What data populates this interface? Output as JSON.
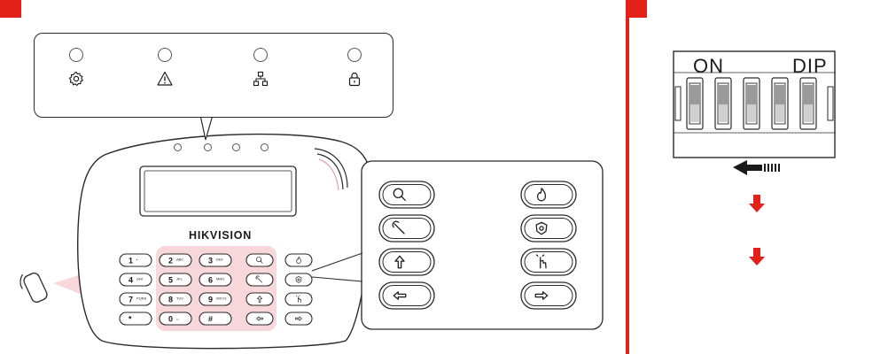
{
  "keypad": {
    "brand_label": "HIKVISION",
    "leds": [
      {
        "name": "settings",
        "icon": "gear-icon"
      },
      {
        "name": "fault",
        "icon": "warning-triangle-icon"
      },
      {
        "name": "network",
        "icon": "network-icon"
      },
      {
        "name": "arm-status",
        "icon": "padlock-icon"
      }
    ],
    "keys": [
      {
        "main": "1",
        "sub": "•"
      },
      {
        "main": "2",
        "sub": "ABC"
      },
      {
        "main": "3",
        "sub": "DEF"
      },
      {
        "main": "4",
        "sub": "GHI"
      },
      {
        "main": "5",
        "sub": "JKL"
      },
      {
        "main": "6",
        "sub": "MNO"
      },
      {
        "main": "7",
        "sub": "PQRS"
      },
      {
        "main": "8",
        "sub": "TUV"
      },
      {
        "main": "9",
        "sub": "WXYZ"
      },
      {
        "main": "*",
        "sub": ""
      },
      {
        "main": "0",
        "sub": "␣"
      },
      {
        "main": "#",
        "sub": ""
      }
    ],
    "function_keys": [
      "search-icon",
      "wrench-icon",
      "arm-icon",
      "left-arrow-icon",
      "fire-icon",
      "police-icon",
      "medical-icon",
      "right-arrow-icon"
    ]
  },
  "dip": {
    "label_on": "ON",
    "label_dip": "DIP",
    "switch_count": 5
  },
  "colors": {
    "accent": "#e32119",
    "line": "#2a2a2a",
    "highlight_pink": "#f7d7da",
    "card_fill": "#fbe8ea"
  }
}
